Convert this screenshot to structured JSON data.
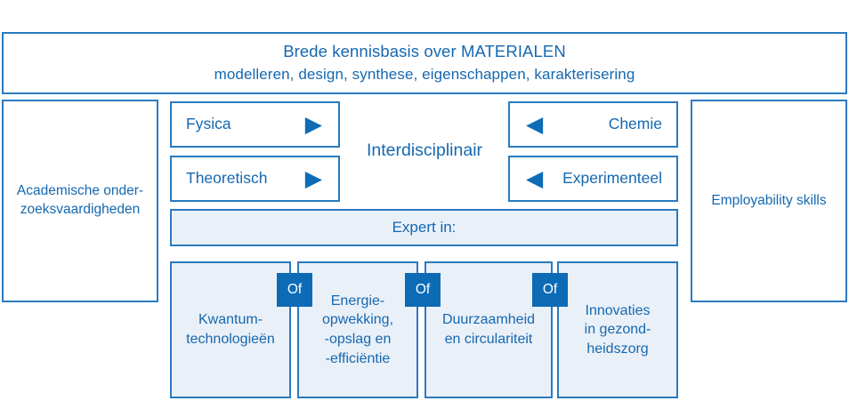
{
  "colors": {
    "border": "#2a7ac0",
    "text": "#1568b0",
    "accent": "#0d6ab5",
    "tint": "#eaf0f8",
    "background": "#ffffff"
  },
  "banner": {
    "line1": "Brede kennisbasis over MATERIALEN",
    "line2": "modelleren, design, synthese, eigenschappen, karakterisering"
  },
  "left_column": {
    "label": "Academische onder-\nzoeksvaardigheden"
  },
  "right_column": {
    "label": "Employability skills"
  },
  "center": {
    "interdisciplinair_label": "Interdisciplinair",
    "expert_label": "Expert in:",
    "disciplines_left": [
      {
        "label": "Fysica",
        "arrow": "right-arrow-icon",
        "glyph": "▶"
      },
      {
        "label": "Theoretisch",
        "arrow": "right-arrow-icon",
        "glyph": "▶"
      }
    ],
    "disciplines_right": [
      {
        "label": "Chemie",
        "arrow": "left-arrow-icon",
        "glyph": "◀"
      },
      {
        "label": "Experimenteel",
        "arrow": "left-arrow-icon",
        "glyph": "◀"
      }
    ]
  },
  "specializations": [
    {
      "label": "Kwantum-\ntechnologieën"
    },
    {
      "label": "Energie-\nopwekking,\n-opslag en\n-efficiëntie"
    },
    {
      "label": "Duurzaamheid\nen circulariteit"
    },
    {
      "label": "Innovaties\nin gezond-\nheidszorg"
    }
  ],
  "connectors": [
    {
      "label": "Of"
    },
    {
      "label": "Of"
    },
    {
      "label": "Of"
    }
  ]
}
